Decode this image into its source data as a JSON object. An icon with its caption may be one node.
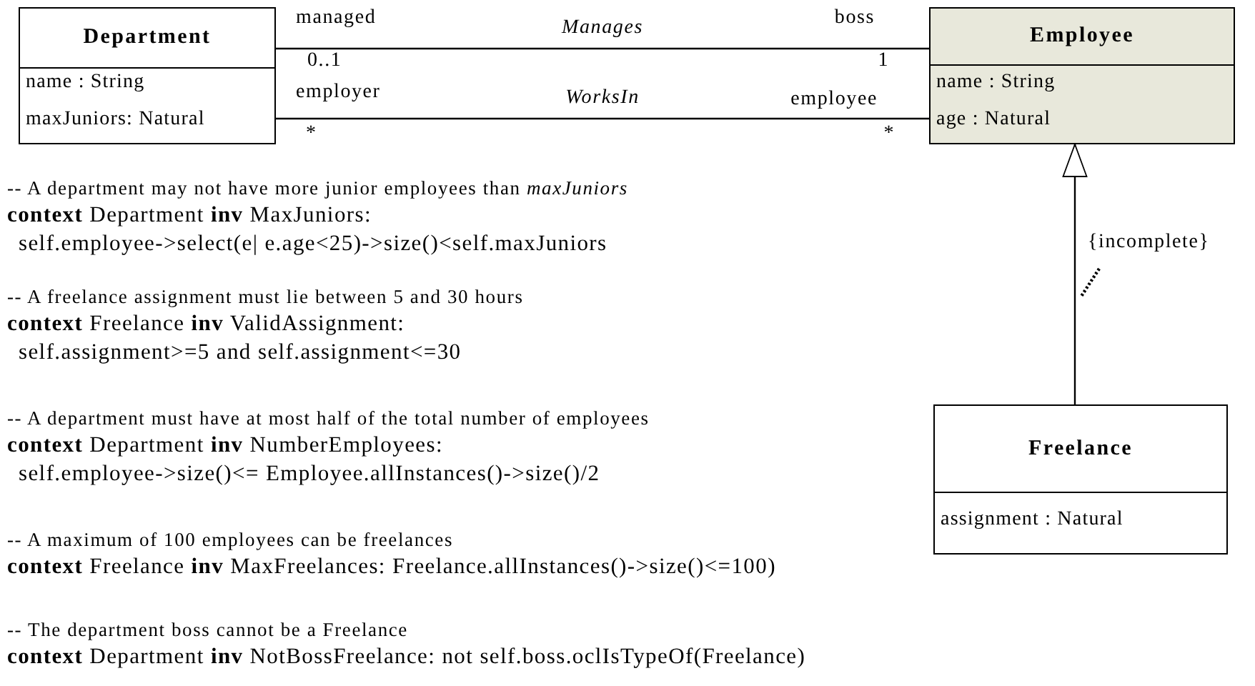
{
  "diagram": {
    "nodes": [
      {
        "text": [
          "Department",
          "name : String",
          "maxJuniors: Natural"
        ]
      },
      {
        "text": [
          "Employee",
          "name : String",
          "age : Natural"
        ]
      },
      {
        "text": [
          "Freelance",
          "assignment : Natural"
        ]
      },
      {
        "text": [
          "{incomplete}"
        ]
      }
    ],
    "edges": [
      {
        "from": 0,
        "to": 1,
        "arrow": "none",
        "label": "Manages"
      },
      {
        "from": 0,
        "to": 1,
        "arrow": "none",
        "label": "WorksIn"
      },
      {
        "from": 2,
        "to": 1,
        "arrow": "to"
      },
      {
        "from": 3,
        "to": null,
        "arrow": "none",
        "style": "dashed"
      }
    ],
    "labels": [
      "managed",
      "boss",
      "0..1",
      "1",
      "employer",
      "employee",
      "*",
      "*",
      "-- A department may not have more junior employees than *maxJuniors*",
      "**context** Department **inv** MaxJuniors:",
      "self.employee->select(e| e.age<25)->size()<self.maxJuniors",
      "-- A freelance assignment must lie between 5 and 30 hours",
      "**context** Freelance **inv** ValidAssignment:",
      "self.assignment>=5 and self.assignment<=30",
      "-- A department must have at most half of the total number of employees",
      "**context** Department **inv** NumberEmployees:",
      "self.employee->size()<= Employee.allInstances()->size()/2",
      "-- A maximum of 100 employees can be freelances",
      "**context** Freelance **inv** MaxFreelances: Freelance.allInstances()->size()<=100)",
      "-- The department boss cannot be a  Freelance",
      "**context** Department **inv** NotBossFreelance:  not self.boss.oclIsTypeOf(Freelance)"
    ]
  }
}
